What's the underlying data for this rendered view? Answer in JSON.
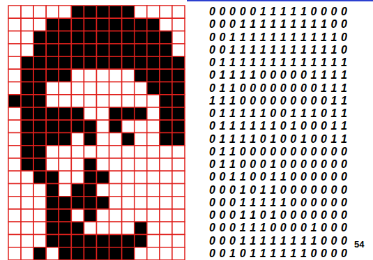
{
  "diagram": {
    "labels": [
      "0 0 0 0 0 1 1 1 1 1 0 0 0 0",
      "0 0 0 1 1 1 1 1 1 1 1 1 0 0",
      "0 0 1 1 1 1 1 1 1 1 1 1 1 0",
      "0 0 1 1 1 1 1 1 1 1 1 1 1 0",
      "0 1 1 1 1 1 1 1 1 1 1 1 1 1",
      "0 1 1 1 1 0 0 0 0 0 1 1 1 1",
      "0 1 1 0 0 0 0 0 0 0 0 1 1 1",
      "1 1 1 0 0 0 0 0 0 0 0 0 1 1",
      "0 1 1 1 1 1 0 0 1 1 1 0 1 1",
      "0 1 1 1 1 1 1 0 1 0 0 0 1 1",
      "0 1 1 1 1 0 1 0 0 1 0 0 1 1",
      "0 1 1 0 0 0 0 0 0 0 0 0 0 0",
      "0 1 1 0 0 0 1 0 0 0 0 0 0 0",
      "0 0 1 1 0 0 1 1 0 0 0 0 0 0",
      "0 0 0 1 0 1 1 0 0 0 0 0 0 0",
      "0 0 0 1 1 1 1 1 0 0 0 0 0 0",
      "0 0 0 1 1 0 1 0 0 0 0 0 0 0",
      "0 0 0 1 1 1 0 0 0 0 1 0 0 0",
      "0 0 0 1 1 1 1 1 1 1 1 0 0 0",
      "0 0 1 0 1 1 1 1 1 1 0 0 0 0",
      "54"
    ]
  }
}
